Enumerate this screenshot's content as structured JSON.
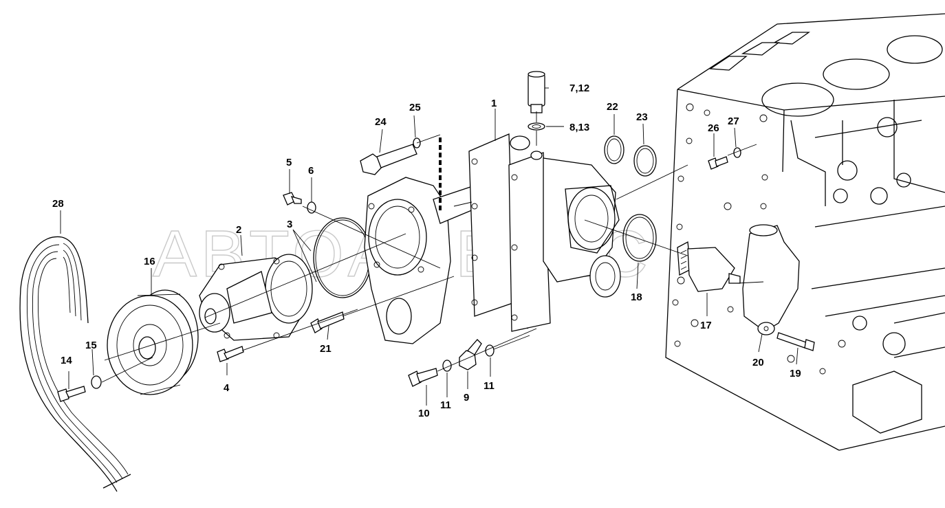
{
  "watermark": "ABTOAJIBTHC",
  "callouts": [
    {
      "id": "c1",
      "label": "1"
    },
    {
      "id": "c2",
      "label": "2"
    },
    {
      "id": "c3",
      "label": "3"
    },
    {
      "id": "c4",
      "label": "4"
    },
    {
      "id": "c5",
      "label": "5"
    },
    {
      "id": "c6",
      "label": "6"
    },
    {
      "id": "c7_12",
      "label": "7,12"
    },
    {
      "id": "c8_13",
      "label": "8,13"
    },
    {
      "id": "c9",
      "label": "9"
    },
    {
      "id": "c10",
      "label": "10"
    },
    {
      "id": "c11a",
      "label": "11"
    },
    {
      "id": "c11b",
      "label": "11"
    },
    {
      "id": "c14",
      "label": "14"
    },
    {
      "id": "c15",
      "label": "15"
    },
    {
      "id": "c16",
      "label": "16"
    },
    {
      "id": "c17",
      "label": "17"
    },
    {
      "id": "c18",
      "label": "18"
    },
    {
      "id": "c19",
      "label": "19"
    },
    {
      "id": "c20",
      "label": "20"
    },
    {
      "id": "c21",
      "label": "21"
    },
    {
      "id": "c22",
      "label": "22"
    },
    {
      "id": "c23",
      "label": "23"
    },
    {
      "id": "c24",
      "label": "24"
    },
    {
      "id": "c25",
      "label": "25"
    },
    {
      "id": "c26",
      "label": "26"
    },
    {
      "id": "c27",
      "label": "27"
    },
    {
      "id": "c28",
      "label": "28"
    }
  ]
}
